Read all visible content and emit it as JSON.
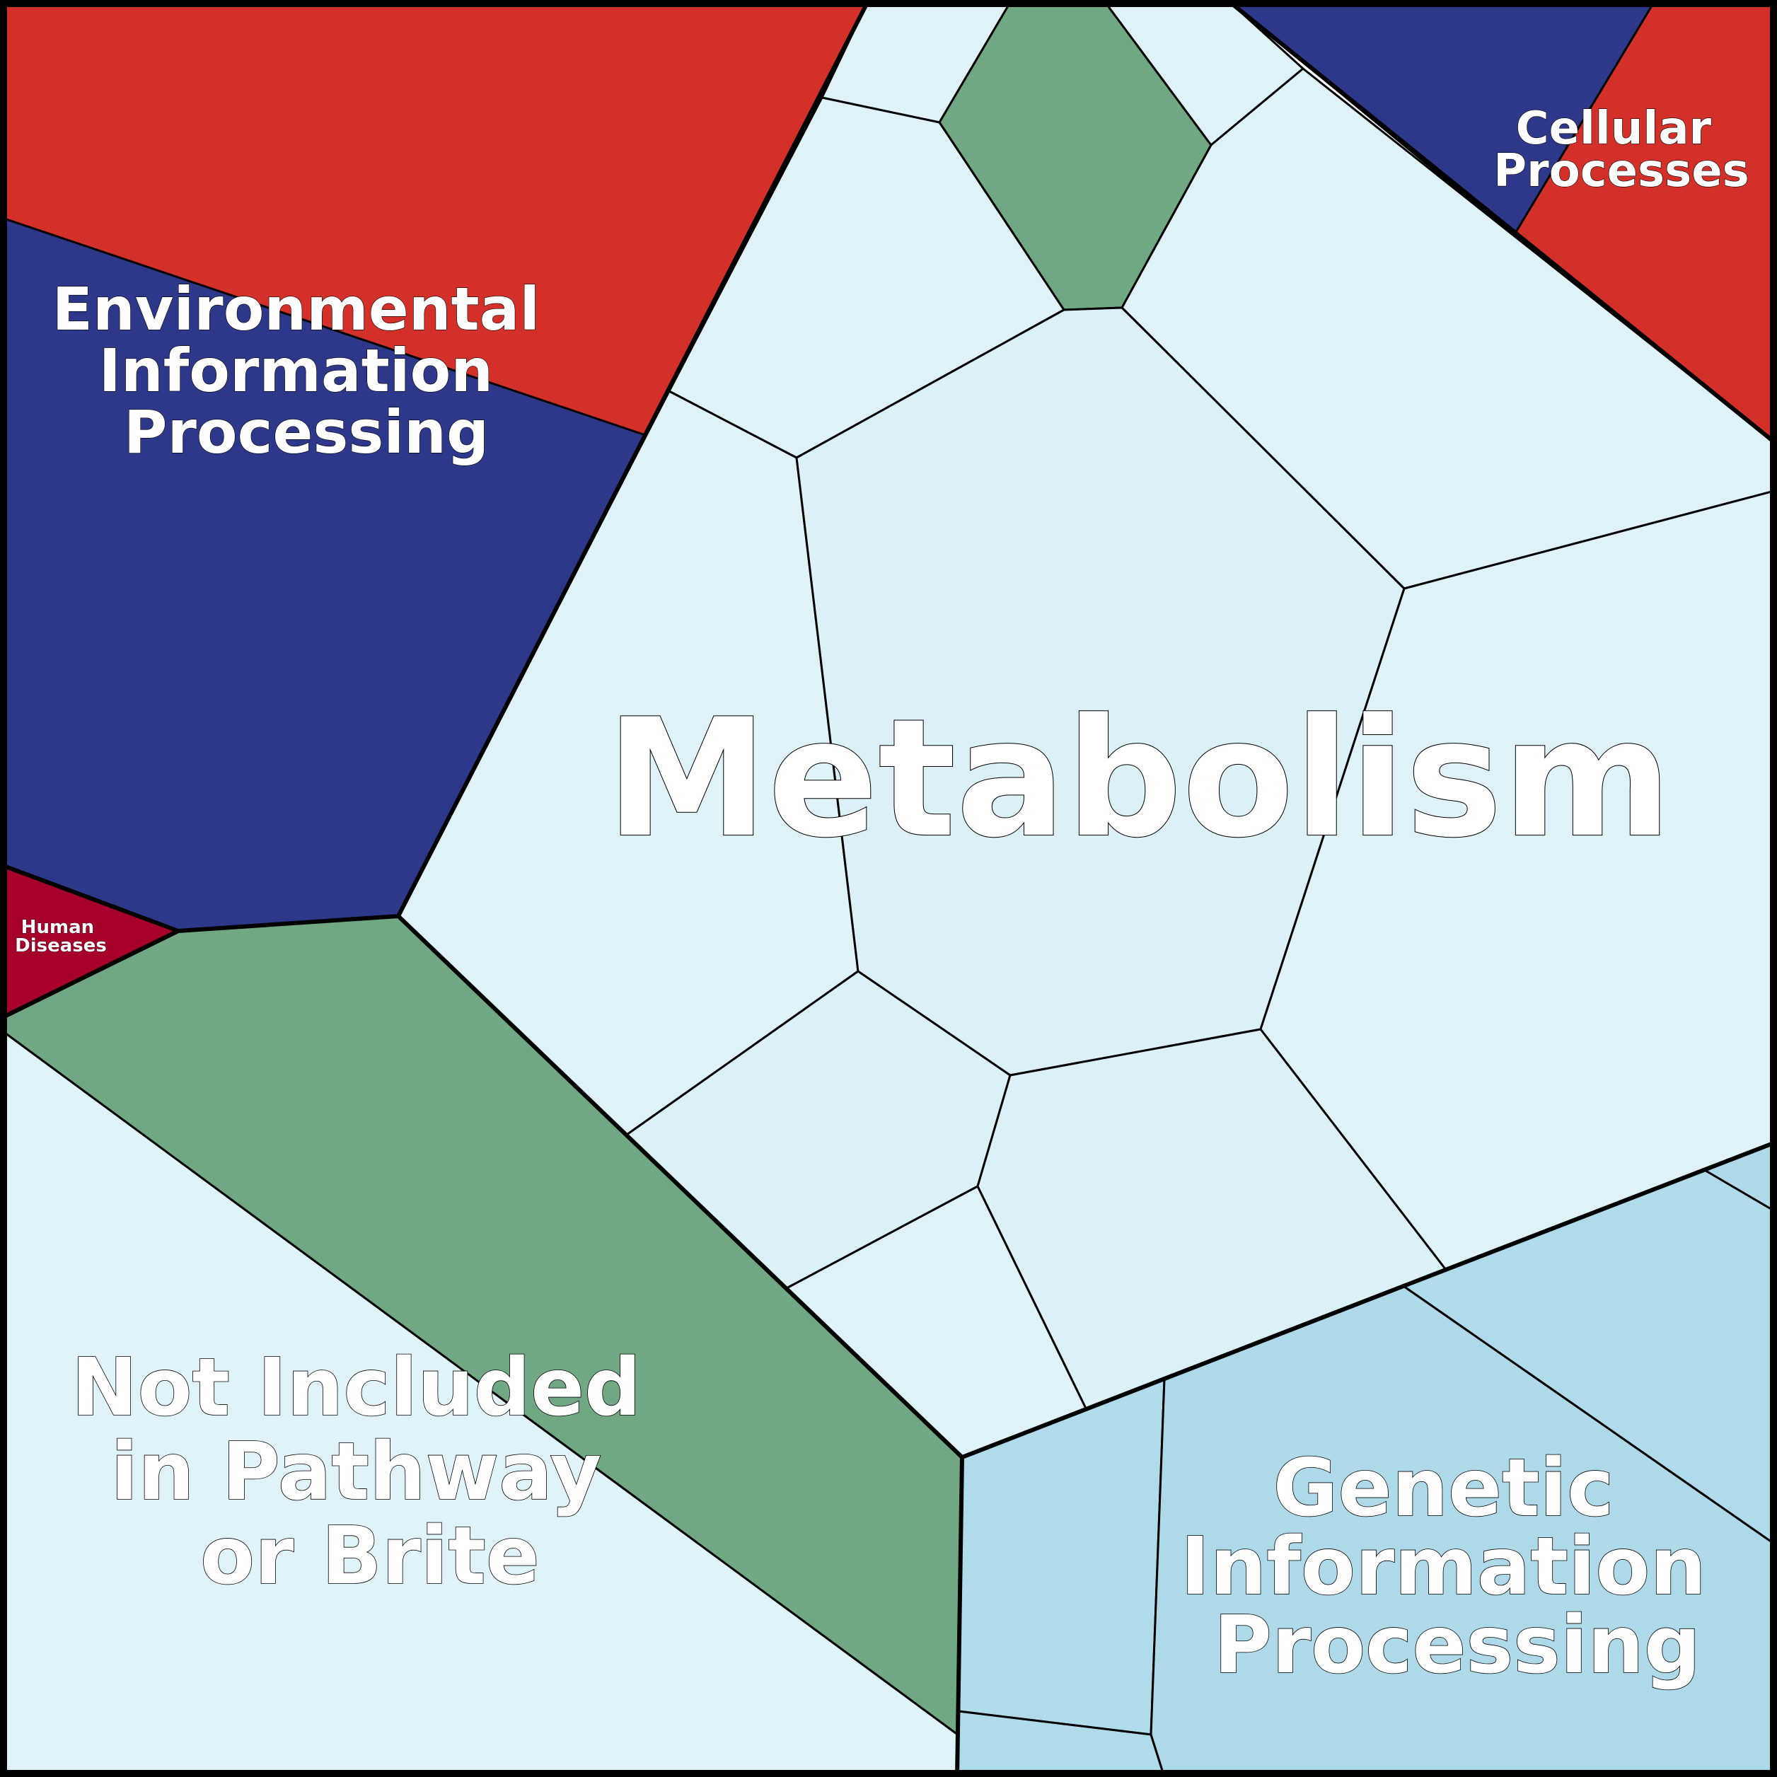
{
  "diagram": {
    "type": "voronoi-treemap",
    "colors": {
      "metabolism": "#dff2f8",
      "metabolism_alt": "#dcf0f7",
      "genetic_information_processing": "#add9e8",
      "genetic_information_processing_alt": "#b0dbea",
      "environmental_information_processing_red": "#d4302a",
      "environmental_information_processing_blue": "#2e388b",
      "cellular_processes_red": "#d4302a",
      "cellular_processes_blue": "#2e388b",
      "green_cells": "#6fa882",
      "human_diseases": "#a6002a",
      "not_included": "#e0f3f9",
      "border": "#000000",
      "label_text": "#ffffff"
    },
    "labels": {
      "metabolism": "Metabolism",
      "genetic_information_processing": [
        "Genetic",
        "Information",
        "Processing"
      ],
      "environmental_information_processing": [
        "Environmental",
        "Information",
        "Processing"
      ],
      "cellular_processes": [
        "Cellular",
        "Processes"
      ],
      "human_diseases": [
        "Human",
        "Diseases"
      ],
      "not_included": [
        "Not Included",
        "in Pathway",
        "or Brite"
      ]
    }
  }
}
